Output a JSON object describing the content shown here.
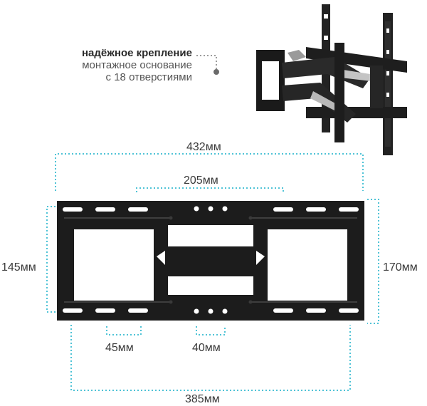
{
  "callout": {
    "title": "надёжное крепление",
    "line1": "монтажное основание",
    "line2": "с 18 отверстиями"
  },
  "dimensions": {
    "width_total": "432мм",
    "center_span": "205мм",
    "left_height": "145мм",
    "right_height": "170мм",
    "slot_pitch": "45мм",
    "center_pitch": "40мм",
    "base_width": "385мм"
  },
  "colors": {
    "dimension_line": "#4fc3d6",
    "plate": "#1c1c1c",
    "callout_title": "#2a2a2a",
    "callout_text": "#555555",
    "callout_leader": "#7a7a7a"
  }
}
